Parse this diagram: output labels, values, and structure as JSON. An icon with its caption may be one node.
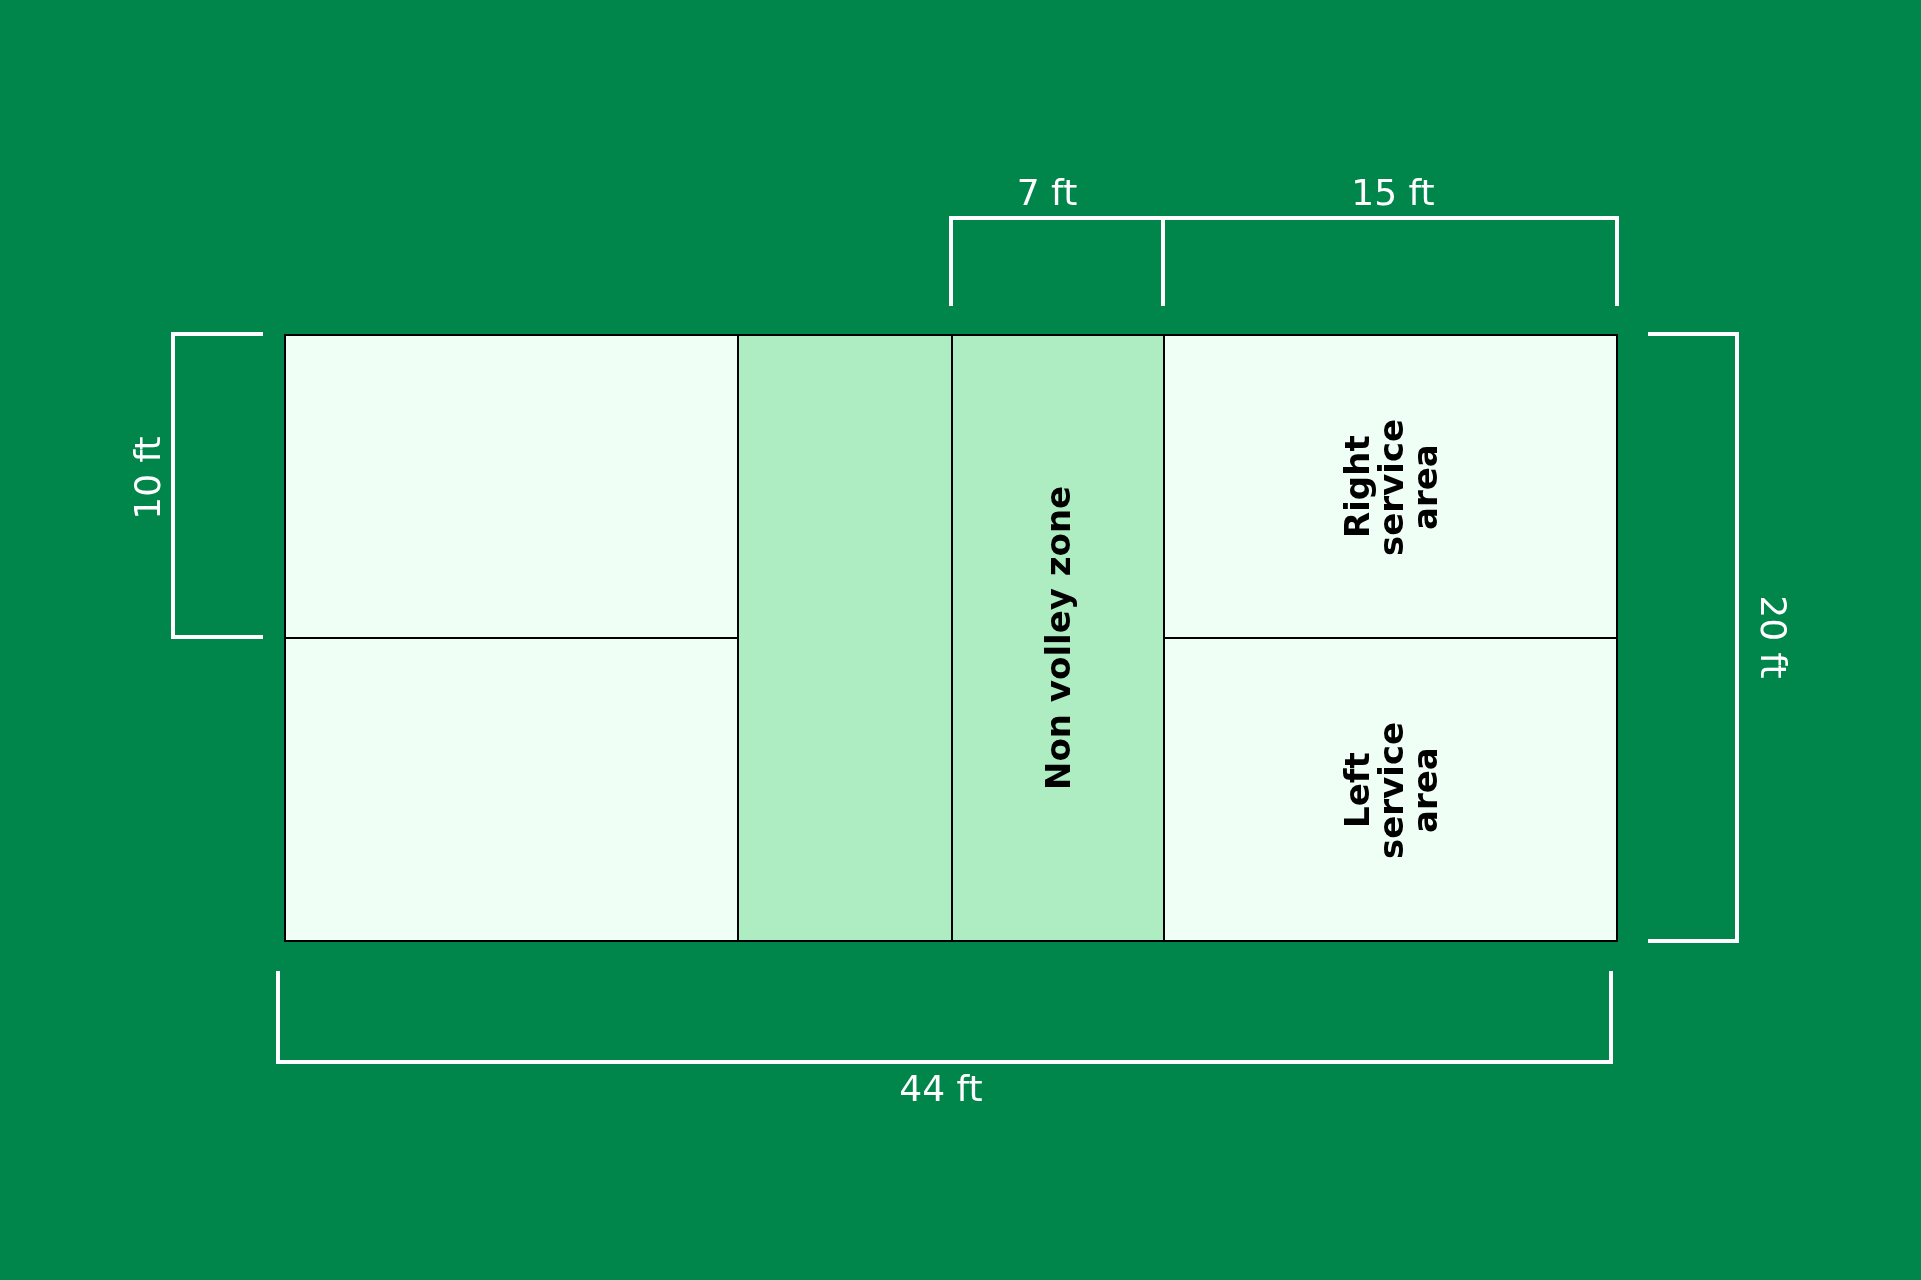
{
  "diagram": {
    "nodes": [
      {
        "text": [],
        "shape": "box"
      },
      {
        "text": [],
        "shape": "box"
      },
      {
        "text": [],
        "shape": "box"
      },
      {
        "text": [
          "Non volley zone"
        ]
      },
      {
        "text": [
          "Right service area"
        ]
      },
      {
        "text": [
          "Left service area"
        ]
      }
    ],
    "edges": [],
    "labels": [
      "7 ft",
      "15 ft",
      "10 ft",
      "20 ft",
      "44 ft"
    ]
  }
}
